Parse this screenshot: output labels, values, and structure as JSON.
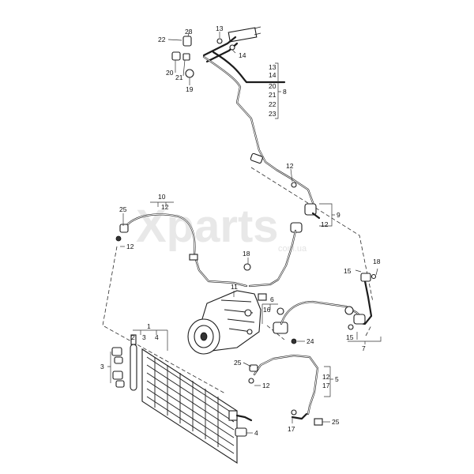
{
  "watermark": {
    "brand": "Xparts",
    "domain": "com.ua"
  },
  "labels": {
    "c1": "1",
    "c2": "2",
    "c3": "3",
    "c3b": "3",
    "c4": "4",
    "c4b": "4",
    "c5": "5",
    "c6": "6",
    "c7": "7",
    "c8": "8",
    "c9": "9",
    "c10": "10",
    "c11": "11",
    "c12a": "12",
    "c12b": "12",
    "c12c": "12",
    "c12d": "12",
    "c12e": "12",
    "c12f": "12",
    "c13a": "13",
    "c13b": "13",
    "c14a": "14",
    "c14b": "14",
    "c15a": "15",
    "c15b": "15",
    "c16": "16",
    "c17a": "17",
    "c17b": "17",
    "c18a": "18",
    "c18b": "18",
    "c19": "19",
    "c20a": "20",
    "c20b": "20",
    "c21a": "21",
    "c21b": "21",
    "c22a": "22",
    "c22b": "22",
    "c23a": "23",
    "c23b": "23",
    "c24": "24",
    "c25a": "25",
    "c25b": "25",
    "c25c": "25"
  }
}
